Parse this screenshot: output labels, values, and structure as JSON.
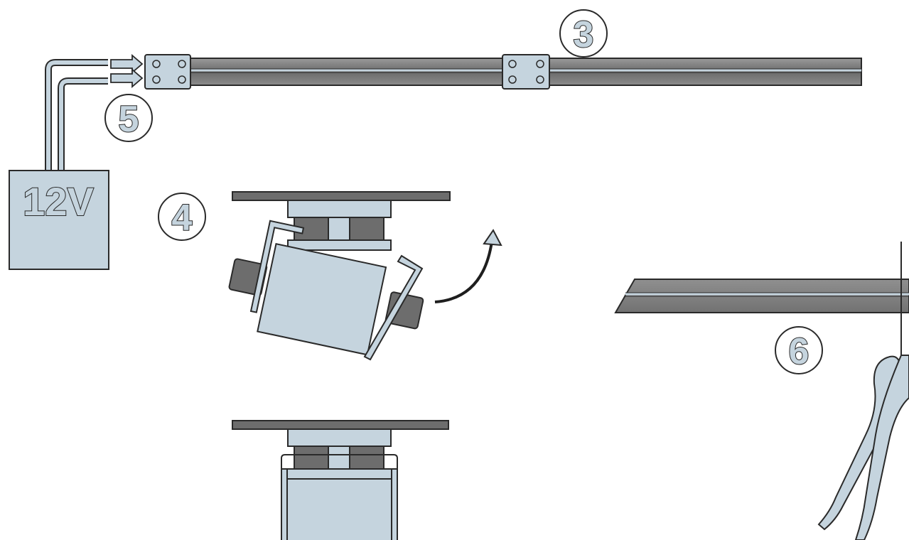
{
  "power_supply": {
    "label": "12V"
  },
  "step_markers": [
    "3",
    "4",
    "5",
    "6"
  ],
  "colors": {
    "part_fill": "#c5d4de",
    "rail_dark": "#6d6d6d",
    "rail_mid": "#8a8a8a",
    "outline": "#2a2a2a",
    "background": "#ffffff"
  },
  "icons": [
    "arrow-right-icon",
    "curved-rotation-arrow-icon"
  ]
}
